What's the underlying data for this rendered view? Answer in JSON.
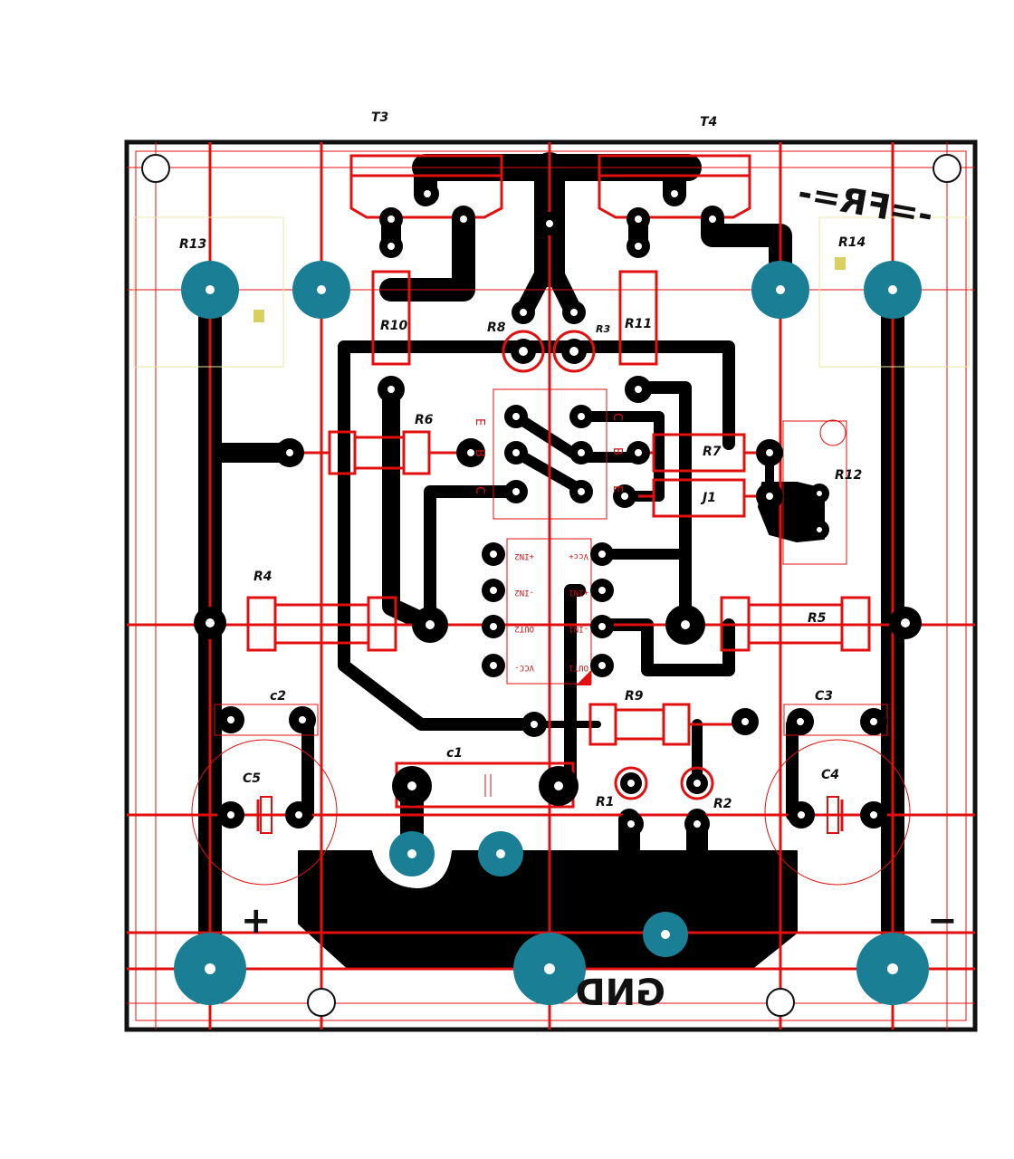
{
  "colors": {
    "copper": "#000000",
    "silk": "#e01010",
    "pad_large": "#1a7f95",
    "outline_yellow": "#e8e4a0",
    "board_edge": "#111111"
  },
  "top_labels": {
    "t3": "T3",
    "t4": "T4"
  },
  "logo_text": "-=FR=-",
  "gnd_text": "GND",
  "plus_text": "+",
  "minus_text": "−",
  "components": {
    "r13": "R13",
    "r14": "R14",
    "r10": "R10",
    "r11": "R11",
    "r8": "R8",
    "r3": "R3",
    "r6": "R6",
    "r7": "R7",
    "j1": "J1",
    "r12": "R12",
    "r4": "R4",
    "r5": "R5",
    "r9": "R9",
    "c2": "c2",
    "c3": "C3",
    "c1": "c1",
    "c5": "C5",
    "c4": "C4",
    "r1": "R1",
    "r2": "R2"
  },
  "transistor_pins": {
    "left_e": "E",
    "left_b": "B",
    "left_c": "C",
    "right_c": "C",
    "right_b": "B",
    "right_e": "E"
  },
  "ic_pins": {
    "p1": "+IN2",
    "p2": "-IN2",
    "p3": "OUT2",
    "p4": "VCC-",
    "p5": "Vcc+",
    "p6": "+IN1",
    "p7": "-IN1",
    "p8": "OUT1"
  }
}
